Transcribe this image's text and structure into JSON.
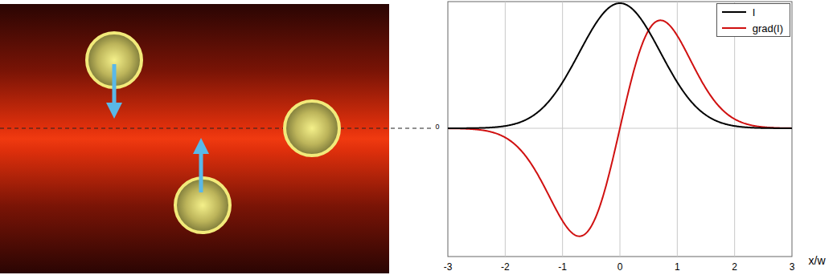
{
  "diagram": {
    "labels": [
      "0",
      "-3",
      "-2",
      "-1",
      "0",
      "1",
      "2",
      "3",
      "x/w"
    ],
    "legend": [
      {
        "text": "I"
      },
      {
        "text": "grad(I)"
      }
    ]
  }
}
